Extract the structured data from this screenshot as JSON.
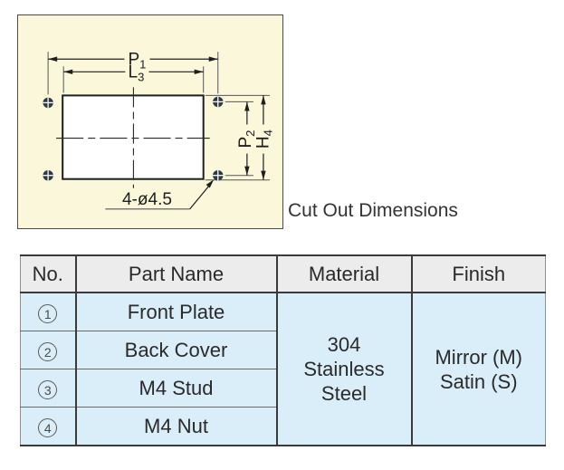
{
  "diagram": {
    "caption": "Cut Out Dimensions",
    "panel_bg": "#FBF7DB",
    "dims": {
      "p1": {
        "base": "P",
        "sub": "1"
      },
      "l3": {
        "base": "L",
        "sub": "3"
      },
      "p2": {
        "base": "P",
        "sub": "2"
      },
      "h4": {
        "base": "H",
        "sub": "4"
      }
    },
    "hole_note": "4-ø4.5"
  },
  "table": {
    "headers": [
      "No.",
      "Part Name",
      "Material",
      "Finish"
    ],
    "rows": [
      {
        "no": "1",
        "part": "Front Plate"
      },
      {
        "no": "2",
        "part": "Back Cover"
      },
      {
        "no": "3",
        "part": "M4 Stud"
      },
      {
        "no": "4",
        "part": "M4 Nut"
      }
    ],
    "material": "304\nStainless\nSteel",
    "finish": "Mirror (M)\nSatin (S)",
    "colors": {
      "header_bg": "#ECECEC",
      "cell_bg": "#D9EEF8",
      "panel_bg": "#FBF7DB"
    }
  }
}
